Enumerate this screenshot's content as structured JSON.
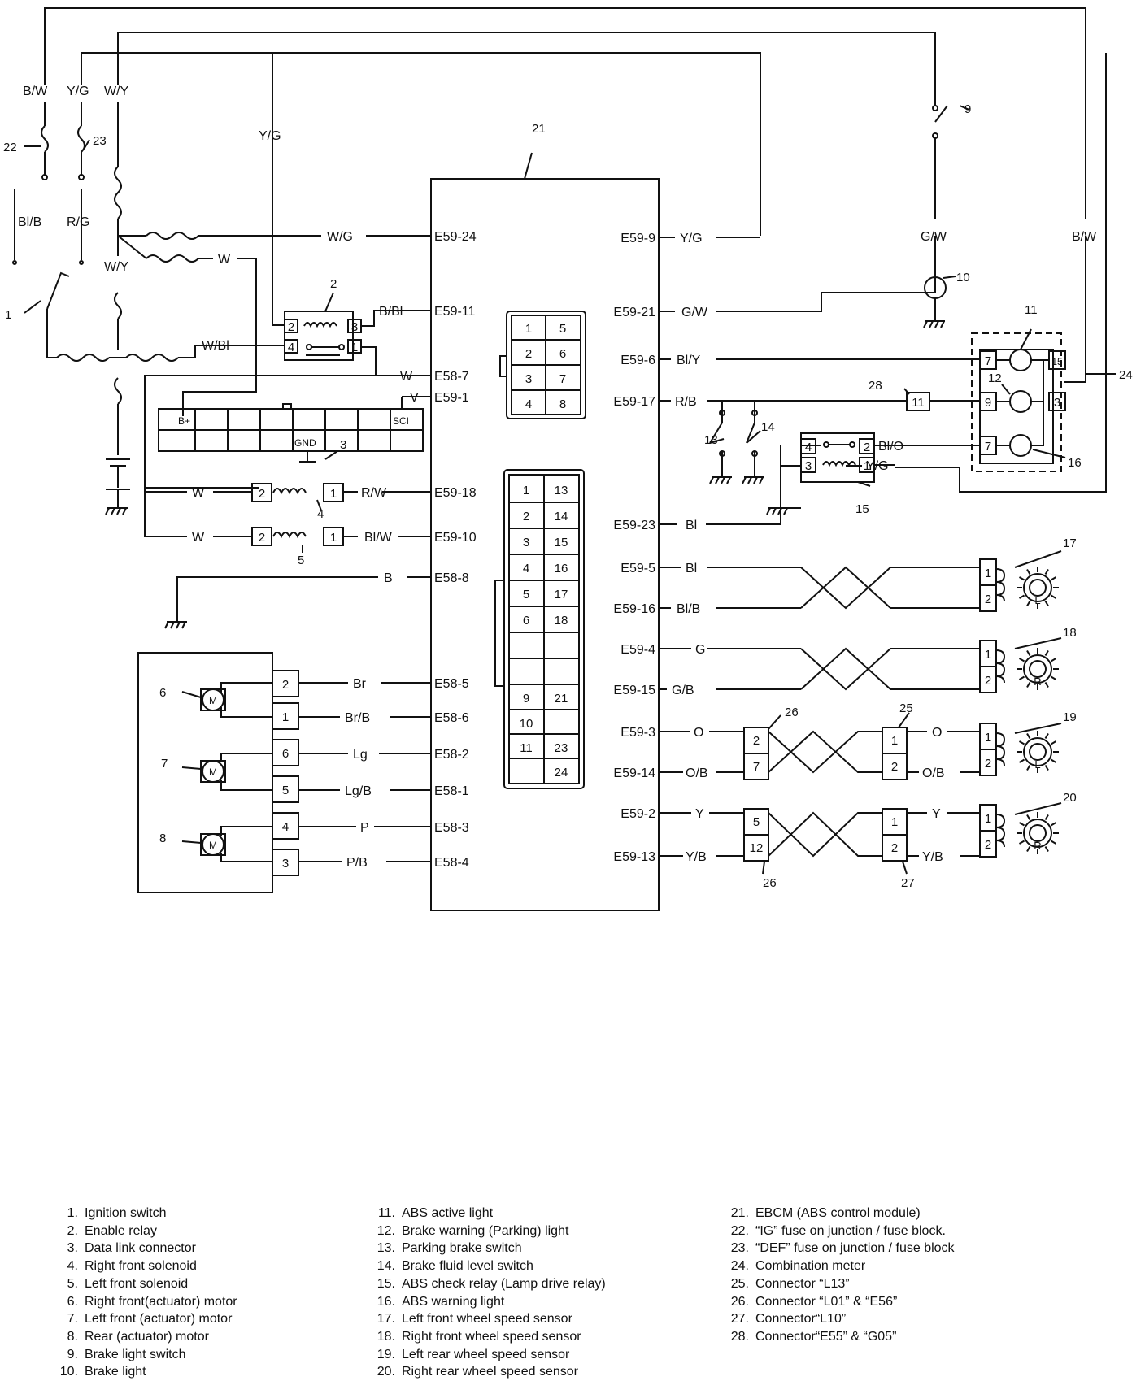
{
  "wire_labels": {
    "bw": "B/W",
    "yg": "Y/G",
    "wy": "W/Y",
    "yg2": "Y/G",
    "blb": "Bl/B",
    "rg": "R/G",
    "wy2": "W/Y",
    "wg": "W/G",
    "w1": "W",
    "wbl": "W/Bl",
    "bbl": "B/Bl",
    "w2": "W",
    "v": "V",
    "w3": "W",
    "rw": "R/W",
    "w4": "W",
    "blw": "Bl/W",
    "b": "B",
    "br": "Br",
    "brb": "Br/B",
    "lg": "Lg",
    "lgb": "Lg/B",
    "p": "P",
    "pb": "P/B",
    "yg_r": "Y/G",
    "gw_r": "G/W",
    "bly": "Bl/Y",
    "rb": "R/B",
    "gw_top": "G/W",
    "bw_r": "B/W",
    "blo": "Bl/O",
    "yg_r2": "Y/G",
    "bl": "Bl",
    "bl5": "Bl",
    "blb16": "Bl/B",
    "g4": "G",
    "gb15": "G/B",
    "o3": "O",
    "ob14": "O/B",
    "o_r": "O",
    "ob_r": "O/B",
    "y2": "Y",
    "yb13": "Y/B",
    "y_r": "Y",
    "yb_r": "Y/B"
  },
  "pins_left": {
    "e59_24": "E59-24",
    "e59_11": "E59-11",
    "e58_7": "E58-7",
    "e59_1": "E59-1",
    "e59_18": "E59-18",
    "e59_10": "E59-10",
    "e58_8": "E58-8",
    "e58_5": "E58-5",
    "e58_6": "E58-6",
    "e58_2": "E58-2",
    "e58_1": "E58-1",
    "e58_3": "E58-3",
    "e58_4": "E58-4"
  },
  "pins_right": {
    "e59_9": "E59-9",
    "e59_21": "E59-21",
    "e59_6": "E59-6",
    "e59_17": "E59-17",
    "e59_23": "E59-23",
    "e59_5": "E59-5",
    "e59_16": "E59-16",
    "e59_4": "E59-4",
    "e59_15": "E59-15",
    "e59_3": "E59-3",
    "e59_14": "E59-14",
    "e59_2": "E59-2",
    "e59_13": "E59-13"
  },
  "dlc": {
    "bplus": "B+",
    "gnd": "GND",
    "sci": "SCI"
  },
  "sensor_letters": {
    "s17": "L",
    "s18": "R",
    "s19": "L",
    "s20": "R"
  },
  "motor_letter": "M",
  "callouts": {
    "c1": "1",
    "c2": "2",
    "c3": "3",
    "c4": "4",
    "c5": "5",
    "c6": "6",
    "c7": "7",
    "c8": "8",
    "c9": "9",
    "c10": "10",
    "c11": "11",
    "c12": "12",
    "c13": "13",
    "c14": "14",
    "c15": "15",
    "c16": "16",
    "c17": "17",
    "c18": "18",
    "c19": "19",
    "c20": "20",
    "c21": "21",
    "c22": "22",
    "c23": "23",
    "c24": "24",
    "c25": "25",
    "c26": "26",
    "c26b": "26",
    "c27": "27",
    "c28": "28"
  },
  "connector_pins": {
    "relay2": [
      "2",
      "3",
      "4",
      "1"
    ],
    "sol4": [
      "2",
      "1"
    ],
    "sol5": [
      "2",
      "1"
    ],
    "motor_block": [
      "2",
      "1",
      "6",
      "5",
      "4",
      "3"
    ],
    "meter": [
      "7",
      "15",
      "9",
      "3",
      "7"
    ],
    "c28": "11",
    "relay15": [
      "4",
      "2",
      "3",
      "1"
    ],
    "s17": [
      "1",
      "2"
    ],
    "s18": [
      "1",
      "2"
    ],
    "s19": [
      "1",
      "2"
    ],
    "s20": [
      "1",
      "2"
    ],
    "c26a": [
      "2",
      "7"
    ],
    "c26b": [
      "5",
      "12"
    ],
    "c25": [
      "1",
      "2"
    ],
    "c27": [
      "1",
      "2"
    ]
  },
  "module_conn_small": [
    "1",
    "5",
    "2",
    "6",
    "3",
    "7",
    "4",
    "8"
  ],
  "module_conn_large": [
    [
      "1",
      "13"
    ],
    [
      "2",
      "14"
    ],
    [
      "3",
      "15"
    ],
    [
      "4",
      "16"
    ],
    [
      "5",
      "17"
    ],
    [
      "6",
      "18"
    ],
    [
      "",
      ""
    ],
    [
      "",
      ""
    ],
    [
      "9",
      "21"
    ],
    [
      "10",
      ""
    ],
    [
      "11",
      "23"
    ],
    [
      "",
      "24"
    ]
  ],
  "legend": [
    [
      {
        "n": "1.",
        "t": "Ignition switch"
      },
      {
        "n": "2.",
        "t": "Enable relay"
      },
      {
        "n": "3.",
        "t": "Data link connector"
      },
      {
        "n": "4.",
        "t": "Right front solenoid"
      },
      {
        "n": "5.",
        "t": "Left front solenoid"
      },
      {
        "n": "6.",
        "t": "Right front(actuator) motor"
      },
      {
        "n": "7.",
        "t": "Left front (actuator) motor"
      },
      {
        "n": "8.",
        "t": "Rear (actuator) motor"
      },
      {
        "n": "9.",
        "t": "Brake light switch"
      },
      {
        "n": "10.",
        "t": "Brake light"
      }
    ],
    [
      {
        "n": "11.",
        "t": "ABS active light"
      },
      {
        "n": "12.",
        "t": "Brake warning (Parking) light"
      },
      {
        "n": "13.",
        "t": "Parking brake switch"
      },
      {
        "n": "14.",
        "t": "Brake fluid level switch"
      },
      {
        "n": "15.",
        "t": "ABS check relay (Lamp drive relay)"
      },
      {
        "n": "16.",
        "t": "ABS warning light"
      },
      {
        "n": "17.",
        "t": "Left front wheel speed sensor"
      },
      {
        "n": "18.",
        "t": "Right front wheel speed sensor"
      },
      {
        "n": "19.",
        "t": "Left rear wheel speed sensor"
      },
      {
        "n": "20.",
        "t": "Right rear wheel speed sensor"
      }
    ],
    [
      {
        "n": "21.",
        "t": "EBCM (ABS control module)"
      },
      {
        "n": "22.",
        "t": "“IG” fuse on junction / fuse block."
      },
      {
        "n": "23.",
        "t": "“DEF” fuse on junction / fuse block"
      },
      {
        "n": "24.",
        "t": "Combination meter"
      },
      {
        "n": "25.",
        "t": "Connector “L13”"
      },
      {
        "n": "26.",
        "t": "Connector “L01” & “E56”"
      },
      {
        "n": "27.",
        "t": "Connector“L10”"
      },
      {
        "n": "28.",
        "t": "Connector“E55” & “G05”"
      }
    ]
  ]
}
